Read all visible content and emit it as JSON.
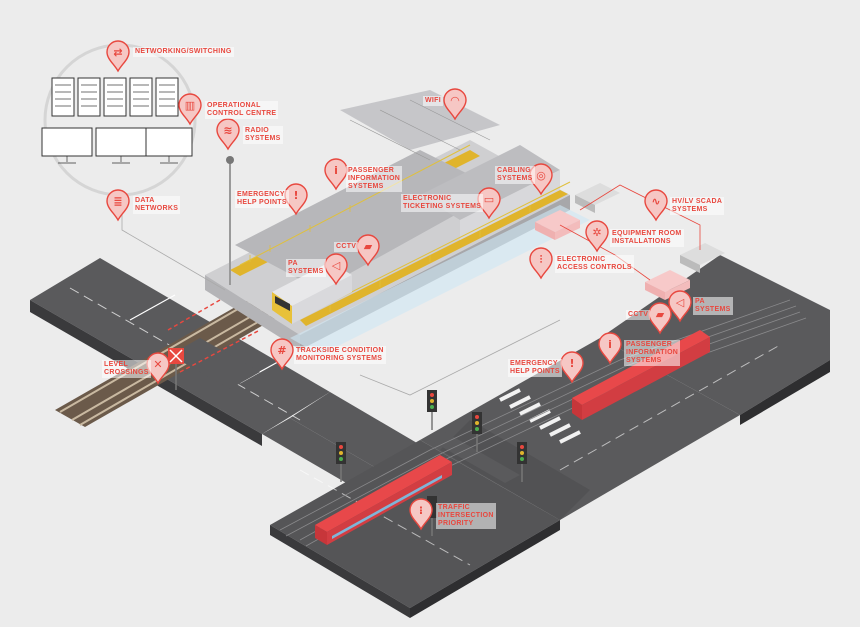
{
  "accent": "#e8483f",
  "road": "#5a5a5c",
  "labels": {
    "networking": "NETWORKING/SWITCHING",
    "occ": "OPERATIONAL\nCONTROL CENTRE",
    "radio": "RADIO\nSYSTEMS",
    "data_networks": "DATA\nNETWORKS",
    "wifi": "WIFI",
    "pis_station": "PASSENGER\nINFORMATION\nSYSTEMS",
    "help_station": "EMERGENCY\nHELP POINTS",
    "cabling": "CABLING\nSYSTEMS",
    "ticketing": "ELECTRONIC\nTICKETING SYSTEMS",
    "scada": "HV/LV SCADA\nSYSTEMS",
    "equipment": "EQUIPMENT ROOM\nINSTALLATIONS",
    "access": "ELECTRONIC\nACCESS CONTROLS",
    "cctv_station": "CCTV",
    "pa_station": "PA\nSYSTEMS",
    "trackside": "TRACKSIDE CONDITION\nMONITORING SYSTEMS",
    "level": "LEVEL\nCROSSINGS",
    "cctv_tram": "CCTV",
    "pa_tram": "PA\nSYSTEMS",
    "help_tram": "EMERGENCY\nHELP POINTS",
    "pis_tram": "PASSENGER\nINFORMATION\nSYSTEMS",
    "traffic": "TRAFFIC\nINTERSECTION\nPRIORITY"
  },
  "icons": {
    "networking": "switch-icon",
    "occ": "control-panel-icon",
    "radio": "radio-waves-icon",
    "data_networks": "server-icon",
    "wifi": "wifi-icon",
    "pis": "info-icon",
    "help": "exclamation-icon",
    "cabling": "cable-icon",
    "ticketing": "ticket-icon",
    "scada": "waveform-icon",
    "equipment": "gear-icon",
    "access": "sliders-icon",
    "cctv": "camera-icon",
    "pa": "speaker-icon",
    "trackside": "rail-track-icon",
    "level": "crossing-icon",
    "traffic": "traffic-light-icon"
  }
}
